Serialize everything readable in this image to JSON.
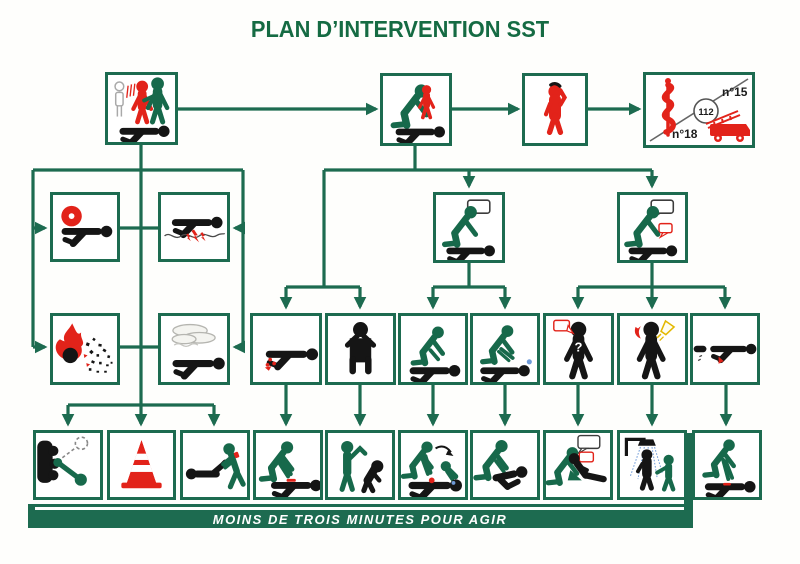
{
  "title": "PLAN D’INTERVENTION SST",
  "banner": {
    "text": "MOINS DE TROIS MINUTES POUR AGIR"
  },
  "emergency": {
    "n15": "n°15",
    "n112": "112",
    "n18": "n°18"
  },
  "pictograms": {
    "malaise_mark": "?"
  },
  "colors": {
    "green": "#17694b",
    "red": "#e2231a",
    "wire": "#1d6b50",
    "banner": "#1d6b50",
    "black": "#151515"
  },
  "diagram": {
    "type": "flowchart",
    "nodes": [
      {
        "id": "n-proteger",
        "icon": "protect-victim-pictogram"
      },
      {
        "id": "n-examiner",
        "icon": "examine-victim-pictogram"
      },
      {
        "id": "n-alerter",
        "icon": "alert-phone-call-pictogram"
      },
      {
        "id": "n-numeros",
        "icon": "emergency-numbers-15-112-18",
        "texts": [
          "n°15",
          "112",
          "n°18"
        ]
      },
      {
        "id": "n-machine",
        "icon": "mechanical-danger-pictogram"
      },
      {
        "id": "n-electrique",
        "icon": "electrical-danger-pictogram"
      },
      {
        "id": "n-incendie",
        "icon": "fire-explosion-danger-pictogram"
      },
      {
        "id": "n-fumee",
        "icon": "toxic-smoke-danger-pictogram"
      },
      {
        "id": "n-nerepondpas",
        "icon": "victim-does-not-respond-pictogram"
      },
      {
        "id": "n-repond",
        "icon": "victim-responds-pictogram"
      },
      {
        "id": "n-saigne",
        "icon": "victim-bleeding-pictogram"
      },
      {
        "id": "n-etouffe",
        "icon": "victim-choking-pictogram"
      },
      {
        "id": "n-nerespire",
        "icon": "victim-not-breathing-pictogram"
      },
      {
        "id": "n-respire",
        "icon": "victim-breathing-pictogram"
      },
      {
        "id": "n-malaise",
        "icon": "victim-feeling-unwell-pictogram"
      },
      {
        "id": "n-brulure",
        "icon": "victim-burn-pictogram"
      },
      {
        "id": "n-douleur",
        "icon": "victim-trauma-pain-pictogram"
      },
      {
        "id": "n-couper",
        "icon": "cut-power-lever-pictogram"
      },
      {
        "id": "n-baliser",
        "icon": "traffic-cone-mark-area-pictogram"
      },
      {
        "id": "n-degager",
        "icon": "emergency-drag-victim-pictogram"
      },
      {
        "id": "n-comprimer",
        "icon": "compress-wound-pictogram"
      },
      {
        "id": "n-claques",
        "icon": "back-blows-pictogram"
      },
      {
        "id": "n-rcp",
        "icon": "cpr-resuscitation-pictogram"
      },
      {
        "id": "n-pls",
        "icon": "recovery-position-pictogram"
      },
      {
        "id": "n-repos",
        "icon": "rest-position-pictogram"
      },
      {
        "id": "n-doucher",
        "icon": "cool-burn-shower-pictogram"
      },
      {
        "id": "n-immobiliser",
        "icon": "do-not-move-victim-pictogram"
      }
    ],
    "edges": [
      [
        "n-proteger",
        "n-examiner"
      ],
      [
        "n-examiner",
        "n-alerter"
      ],
      [
        "n-alerter",
        "n-numeros"
      ],
      [
        "n-proteger",
        "n-machine"
      ],
      [
        "n-proteger",
        "n-electrique"
      ],
      [
        "n-proteger",
        "n-incendie"
      ],
      [
        "n-proteger",
        "n-fumee"
      ],
      [
        "n-proteger",
        "n-couper"
      ],
      [
        "n-proteger",
        "n-baliser"
      ],
      [
        "n-proteger",
        "n-degager"
      ],
      [
        "n-examiner",
        "n-saigne"
      ],
      [
        "n-examiner",
        "n-etouffe"
      ],
      [
        "n-examiner",
        "n-nerepondpas"
      ],
      [
        "n-examiner",
        "n-repond"
      ],
      [
        "n-nerepondpas",
        "n-nerespire"
      ],
      [
        "n-nerepondpas",
        "n-respire"
      ],
      [
        "n-repond",
        "n-malaise"
      ],
      [
        "n-repond",
        "n-brulure"
      ],
      [
        "n-repond",
        "n-douleur"
      ],
      [
        "n-saigne",
        "n-comprimer"
      ],
      [
        "n-etouffe",
        "n-claques"
      ],
      [
        "n-nerespire",
        "n-rcp"
      ],
      [
        "n-respire",
        "n-pls"
      ],
      [
        "n-malaise",
        "n-repos"
      ],
      [
        "n-brulure",
        "n-doucher"
      ],
      [
        "n-douleur",
        "n-immobiliser"
      ]
    ]
  }
}
